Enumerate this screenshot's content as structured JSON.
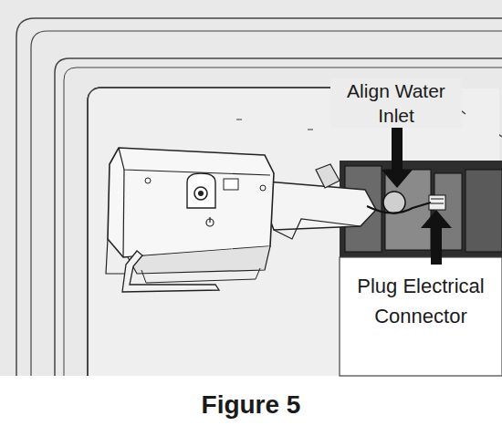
{
  "diagram": {
    "caption": "Figure 5",
    "labels": [
      "Align Water Inlet",
      "Plug Electrical Connector"
    ]
  }
}
